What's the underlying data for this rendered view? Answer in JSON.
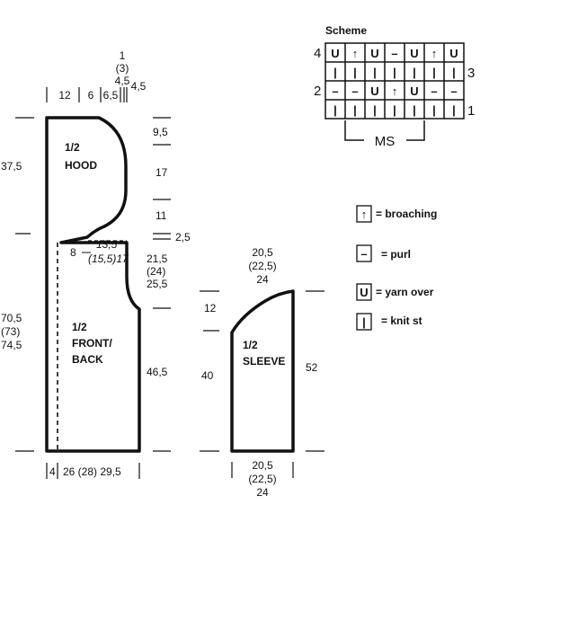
{
  "scheme": {
    "title": "Scheme",
    "row_numbers": [
      "4",
      "3",
      "2",
      "1"
    ],
    "rows": [
      [
        "U",
        "↑",
        "U",
        "–",
        "U",
        "↑",
        "U"
      ],
      [
        "|",
        "|",
        "|",
        "|",
        "|",
        "|",
        "|"
      ],
      [
        "–",
        "–",
        "U",
        "↑",
        "U",
        "–",
        "–"
      ],
      [
        "|",
        "|",
        "|",
        "|",
        "|",
        "|",
        "|"
      ]
    ],
    "ms_label": "MS"
  },
  "legend": [
    {
      "symbol": "↑",
      "label": "= broaching"
    },
    {
      "symbol": "–",
      "label": "= purl"
    },
    {
      "symbol": "U",
      "label": "= yarn over"
    },
    {
      "symbol": "|",
      "label": "= knit st"
    }
  ],
  "front_back": {
    "hood_label": [
      "1/2",
      "HOOD"
    ],
    "body_label": [
      "1/2",
      "FRONT/",
      "BACK"
    ],
    "top_widths": [
      "12",
      "6",
      "6,5",
      "4,5"
    ],
    "top_stack": [
      "1",
      "(3)",
      "4,5"
    ],
    "left_dims": [
      "37,5",
      "70,5",
      "(73)",
      "74,5"
    ],
    "right_dims": [
      "9,5",
      "17",
      "11",
      "2,5",
      "21,5",
      "(24)",
      "25,5",
      "46,5"
    ],
    "neck_dims": [
      "8",
      "13,5",
      "(15,5)17"
    ],
    "bottom_dims": [
      "4",
      "26 (28) 29,5"
    ]
  },
  "sleeve": {
    "label": [
      "1/2",
      "SLEEVE"
    ],
    "top_dims": [
      "20,5",
      "(22,5)",
      "24"
    ],
    "left_dims": [
      "12",
      "40"
    ],
    "right_dim": "52",
    "bottom_dims": [
      "20,5",
      "(22,5)",
      "24"
    ]
  }
}
